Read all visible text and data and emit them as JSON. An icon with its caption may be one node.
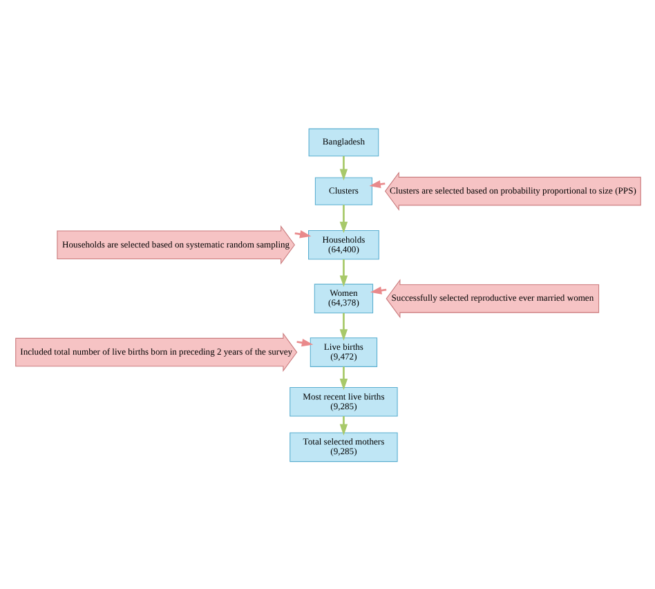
{
  "diagram": {
    "nodes": [
      {
        "text": [
          "Bangladesh"
        ]
      },
      {
        "text": [
          "Clusters"
        ]
      },
      {
        "text": [
          "Clusters are selected based on probability proportional to size (PPS)"
        ]
      },
      {
        "text": [
          "Households are selected based on systematic random sampling"
        ]
      },
      {
        "text": [
          "Households",
          "(64,400)"
        ]
      },
      {
        "text": [
          "Women",
          "(64,378)"
        ]
      },
      {
        "text": [
          "Successfully selected reproductive ever married women"
        ]
      },
      {
        "text": [
          "Included total number of live births born in preceding 2 years of the survey"
        ]
      },
      {
        "text": [
          "Live births",
          "(9,472)"
        ]
      },
      {
        "text": [
          "Most recent live births",
          "(9,285)"
        ]
      },
      {
        "text": [
          "Total selected mothers",
          "(9,285)"
        ]
      }
    ],
    "edges": [
      {
        "from": 0,
        "to": 1,
        "arrow": "to"
      },
      {
        "from": 2,
        "to": 1,
        "arrow": "to",
        "color": "#e98a8c"
      },
      {
        "from": 1,
        "to": 4,
        "arrow": "to"
      },
      {
        "from": 3,
        "to": 4,
        "arrow": "to",
        "color": "#e98a8c"
      },
      {
        "from": 4,
        "to": 5,
        "arrow": "to"
      },
      {
        "from": 6,
        "to": 5,
        "arrow": "to",
        "color": "#e98a8c"
      },
      {
        "from": 5,
        "to": 8,
        "arrow": "to"
      },
      {
        "from": 7,
        "to": 8,
        "arrow": "to",
        "color": "#e98a8c"
      },
      {
        "from": 8,
        "to": 9,
        "arrow": "to"
      },
      {
        "from": 9,
        "to": 10,
        "arrow": "to"
      }
    ]
  }
}
